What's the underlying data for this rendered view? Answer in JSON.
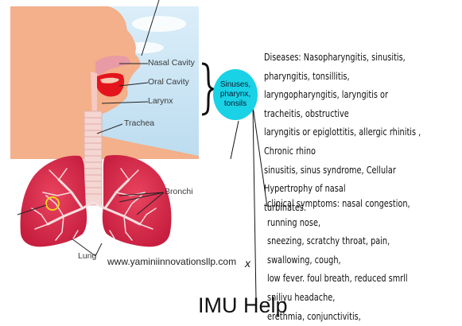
{
  "diagram": {
    "labels": {
      "nasal_cavity": "Nasal Cavity",
      "oral_cavity": "Oral Cavity",
      "larynx": "Larynx",
      "trachea": "Trachea",
      "bronchi": "Bronchi",
      "lung": "Lung"
    },
    "bubble_lines": [
      "Sinuses,",
      "pharynx,",
      "tonsils"
    ],
    "website": "www.yaminiinnovationsllp.com",
    "colors": {
      "skin": "#f3b08a",
      "sky": "#cfe6f5",
      "lung": "#d8244a",
      "bubble": "#19d2e6",
      "trachea": "#f4d6d2"
    }
  },
  "diseases_lines": [
    "Diseases: Nasopharyngitis, sinusitis, pharyngitis, tonsillitis,",
    "laryngopharyngitis, laryngitis or tracheitis,  obstructive",
    "laryngitis or epiglottitis, allergic rhinitis , Chronic rhino",
    "sinusitis, sinus syndrome, Cellular Hypertrophy of nasal",
    "turbinates."
  ],
  "symptoms_lines": [
    "clinical symptoms: nasal congestion, running nose,",
    "sneezing, scratchy throat, pain,  swallowing, cough,",
    "low fever.  foul breath, reduced smrll sniliyu headache,",
    "erethmia, conjunctivitis,"
  ],
  "footer_title": "IMU Help"
}
